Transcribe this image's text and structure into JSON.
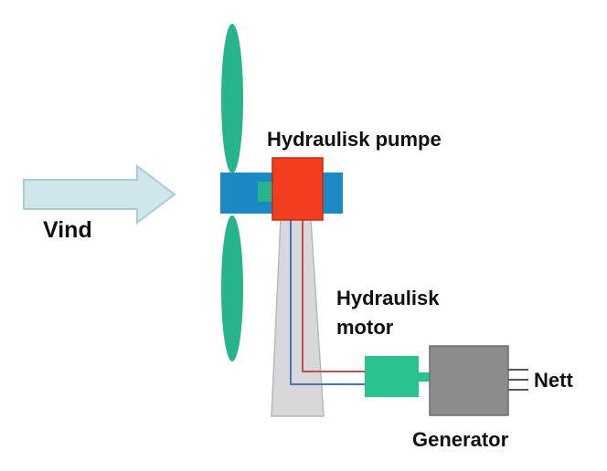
{
  "labels": {
    "wind": "Vind",
    "pump": "Hydraulisk pumpe",
    "motor_line1": "Hydraulisk",
    "motor_line2": "motor",
    "grid": "Nett",
    "generator": "Generator"
  },
  "colors": {
    "wind_arrow": "#cfe6ea",
    "wind_arrow_stroke": "#a9cdd3",
    "blade": "#27b38c",
    "hub": "#1b89c4",
    "pump": "#f23d1f",
    "pump_stroke": "#c22a14",
    "tower": "#d8d8da",
    "tower_stroke": "#b8b8bc",
    "line_red": "#c0504d",
    "line_blue": "#4f6fb8",
    "motor": "#29c48e",
    "generator": "#8c8c8c",
    "generator_stroke": "#6f6f6f"
  },
  "icons": {
    "wind_arrow": "arrow-right-icon",
    "rotor": "wind-turbine-rotor-icon"
  }
}
